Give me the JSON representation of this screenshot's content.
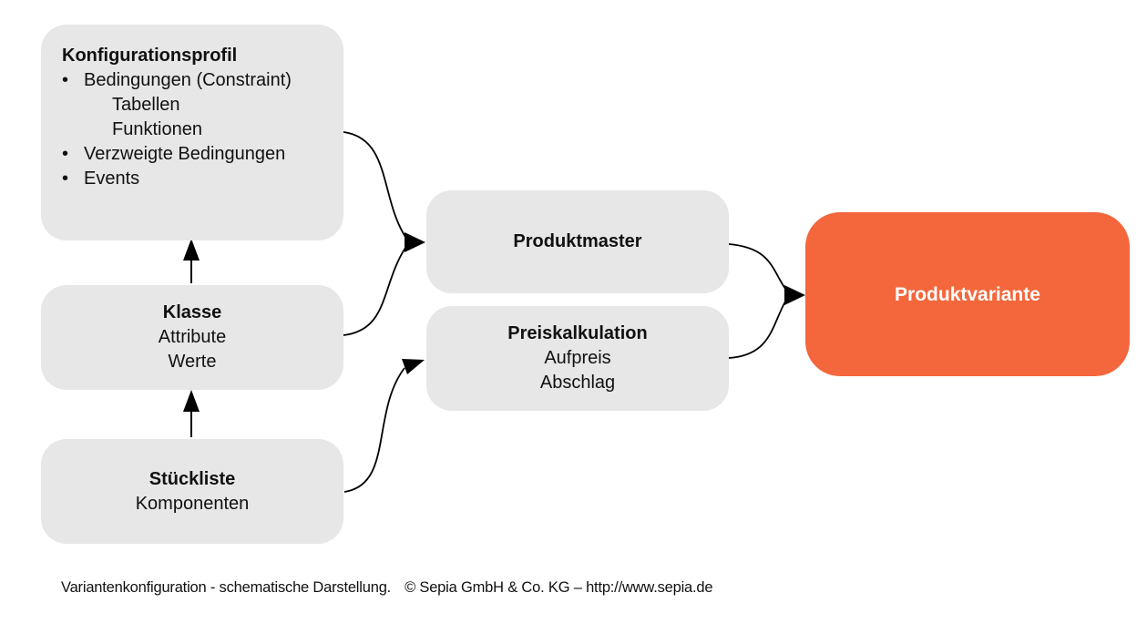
{
  "diagram": {
    "bullet_char": "•",
    "colors": {
      "box_gray": "#e7e7e7",
      "box_orange": "#f4673c",
      "arrow_black": "#000000",
      "text_dark": "#111111",
      "text_on_orange": "#ffffff"
    },
    "boxes": {
      "konfigurationsprofil": {
        "title": "Konfigurationsprofil",
        "items": [
          {
            "text": "Bedingungen (Constraint)",
            "style": "bullet"
          },
          {
            "text": "Tabellen",
            "style": "sub"
          },
          {
            "text": "Funktionen",
            "style": "sub"
          },
          {
            "text": "Verzweigte Bedingungen",
            "style": "bullet"
          },
          {
            "text": "Events",
            "style": "bullet"
          }
        ]
      },
      "klasse": {
        "title": "Klasse",
        "items": [
          {
            "text": "Attribute"
          },
          {
            "text": "Werte"
          }
        ]
      },
      "stueckliste": {
        "title": "Stückliste",
        "items": [
          {
            "text": "Komponenten"
          }
        ]
      },
      "produktmaster": {
        "title": "Produktmaster"
      },
      "preiskalkulation": {
        "title": "Preiskalkulation",
        "items": [
          {
            "text": "Aufpreis"
          },
          {
            "text": "Abschlag"
          }
        ]
      },
      "produktvariante": {
        "title": "Produktvariante"
      }
    },
    "arrows": [
      "stueckliste-to-klasse",
      "klasse-to-konfigurationsprofil",
      "konfigurationsprofil-to-produktmaster",
      "klasse-to-produktmaster",
      "stueckliste-to-preiskalkulation",
      "produktmaster-to-produktvariante",
      "preiskalkulation-to-produktvariante"
    ],
    "caption": {
      "part1": "Variantenkonfiguration - schematische Darstellung.",
      "part2": "© Sepia GmbH & Co. KG – http://www.sepia.de"
    }
  }
}
